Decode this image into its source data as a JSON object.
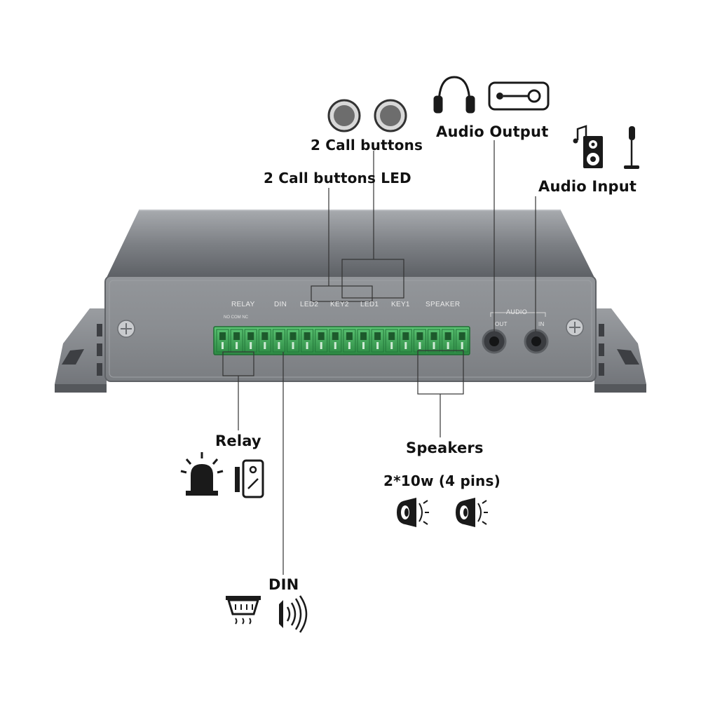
{
  "labels": {
    "call_buttons": "2 Call buttons",
    "call_buttons_led": "2 Call buttons LED",
    "audio_output": "Audio Output",
    "audio_input": "Audio Input",
    "relay": "Relay",
    "speakers": "Speakers",
    "speakers_spec": "2*10w (4 pins)",
    "din": "DIN"
  },
  "panel": {
    "relay": "RELAY",
    "din": "DIN",
    "led2": "LED2",
    "key2": "KEY2",
    "led1": "LED1",
    "key1": "KEY1",
    "speaker": "SPEAKER",
    "audio": "AUDIO",
    "out": "OUT",
    "in": "IN",
    "relay_pins": "NO COM NC"
  },
  "icons": {
    "call_button": "round-button-icon",
    "headphones": "headphones-icon",
    "audio_jack": "audio-jack-icon",
    "music_speaker": "music-speaker-icon",
    "microphone": "microphone-icon",
    "alarm_light": "alarm-light-icon",
    "door_switch": "door-switch-icon",
    "loudspeaker": "loudspeaker-icon",
    "smoke_detector": "smoke-detector-icon",
    "motion_sensor": "motion-sensor-icon"
  },
  "colors": {
    "terminal_green": "#3fae5a",
    "device_gray": "#8a8d92",
    "leader_line": "#333333"
  }
}
